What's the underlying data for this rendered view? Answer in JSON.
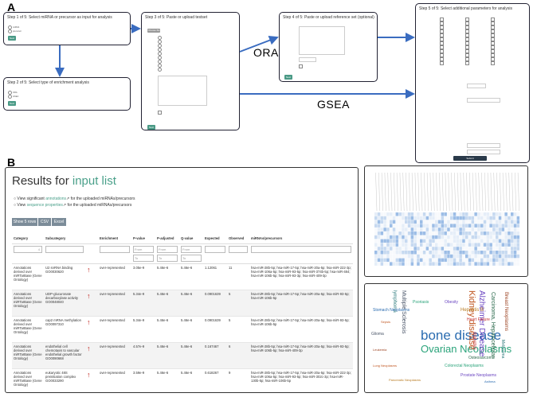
{
  "panel_labels": {
    "a": "A",
    "b": "B"
  },
  "steps": {
    "s1": {
      "title": "Step 1 of 5: Select miRNA or precursor as input for analysis",
      "opts": [
        "miRNA",
        "precursor"
      ],
      "btn": "Next"
    },
    "s2": {
      "title": "Step 2 of 5: Select type of enrichment analysis",
      "opts": [
        "ORA",
        "GSEA"
      ],
      "btn": "Next"
    },
    "s3": {
      "title": "Step 3 of 5: Paste or upload testset",
      "upload_btn": "Choose file",
      "btn": "Next"
    },
    "s4": {
      "title": "Step 4 of 5: Paste or upload reference set (optional)",
      "btn": "Next"
    },
    "s5": {
      "title": "Step 5 of 5: Select additional parameters for analysis",
      "btn": "Submit"
    }
  },
  "flow": {
    "ora": "ORA",
    "gsea": "GSEA"
  },
  "results": {
    "title_prefix": "Results for ",
    "title_link": "input list",
    "bullet1_pre": "View significant ",
    "bullet1_link": "annotations",
    "bullet1_post": " for the uploaded miRNAs/precursors",
    "bullet2_pre": "View ",
    "bullet2_link": "sequence properties",
    "bullet2_post": " for the uploaded miRNAs/precursors",
    "toolbar": {
      "show": "Show 5 rows ▾",
      "csv": "CSV",
      "excel": "Excel"
    },
    "columns": [
      "Category",
      "Subcategory",
      "",
      "Enrichment",
      "P-value",
      "P-adjusted",
      "Q-value",
      "Expected",
      "Observed",
      "miRNAs/precursors"
    ],
    "filters": {
      "category": "4",
      "from": "From",
      "to": "To"
    },
    "rows": [
      {
        "category": "Annotations derived over miRTarBase (Gene Ontology)",
        "sub": "U2 snRNA binding GO0030620",
        "enrich": "over-represented",
        "p": "3.05e-9",
        "padj": "5.46e-6",
        "q": "5.46e-6",
        "exp": "1.12061",
        "obs": "11",
        "mirnas": "hsa-miR-28b-5p; hsa-miR-17-5p; hsa-miR-20a-5p; hsa-miR-222-3p; hsa-miR-106a-5p; hsa-miR-93-5p; hsa-miR-374b-5p; hsa-miR-484; hsa-miR-106b-5p; hsa-miR-93-3p; hsa-miR-409-3p"
      },
      {
        "category": "Annotations derived over miRTarBase (Gene Ontology)",
        "sub": "UDP-glucuronate decarboxylase activity GO0048040",
        "enrich": "over-represented",
        "p": "5.34e-9",
        "padj": "5.46e-6",
        "q": "5.46e-6",
        "exp": "0.0901639",
        "obs": "5",
        "mirnas": "hsa-miR-28b-5p; hsa-miR-17-5p; hsa-miR-20a-5p; hsa-miR-93-5p; hsa-miR-106b-5p"
      },
      {
        "category": "Annotations derived over miRTarBase (Gene Ontology)",
        "sub": "cap2 mRNA methylation GO0097310",
        "enrich": "over-represented",
        "p": "5.34e-9",
        "padj": "5.46e-6",
        "q": "5.46e-6",
        "exp": "0.0901639",
        "obs": "5",
        "mirnas": "hsa-miR-28b-5p; hsa-miR-17-5p; hsa-miR-20a-5p; hsa-miR-93-5p; hsa-miR-106b-5p"
      },
      {
        "category": "Annotations derived over miRTarBase (Gene Ontology)",
        "sub": "endothelial cell chemotaxis to vascular endothelial growth factor GO0090668",
        "enrich": "over-represented",
        "p": "4.57e-9",
        "padj": "5.46e-6",
        "q": "5.46e-6",
        "exp": "0.167467",
        "obs": "6",
        "mirnas": "hsa-miR-28b-5p; hsa-miR-17-5p; hsa-miR-20a-5p; hsa-miR-93-5p; hsa-miR-106b-5p; hsa-miR-409-3p"
      },
      {
        "category": "Annotations derived over miRTarBase (Gene Ontology)",
        "sub": "eukaryotic 48S preinitiation complex GO0033290",
        "enrich": "over-represented",
        "p": "3.59e-9",
        "padj": "5.46e-6",
        "q": "5.46e-6",
        "exp": "0.618267",
        "obs": "9",
        "mirnas": "hsa-miR-28b-5p; hsa-miR-17-5p; hsa-miR-20a-5p; hsa-miR-222-3p; hsa-miR-106a-5p; hsa-miR-93-5p; hsa-miR-302c-3p; hsa-miR-130b-5p; hsa-miR-106b-5p"
      }
    ]
  },
  "wordcloud": {
    "words": [
      "bone disease",
      "Ovarian Neoplasms",
      "Kidney disease",
      "Alzheimer Disease",
      "Hepatitis B",
      "Heart Failure",
      "lymphoma",
      "Multiple Sclerosis",
      "Breast Neoplasms",
      "Carcinoma, Hepatocellular",
      "Stomach Neoplasms",
      "Colorectal Neoplasms",
      "Lung Neoplasms",
      "Prostate Neoplasms",
      "Pancreatic Neoplasms",
      "diabetes",
      "Melanoma",
      "Glioma",
      "Leukemia",
      "Osteosarcoma",
      "Asthma",
      "Psoriasis",
      "Sepsis",
      "Obesity"
    ],
    "colors": [
      "#2b6cb0",
      "#2aa37a",
      "#c05621",
      "#6b46c1",
      "#b7791f",
      "#c53030",
      "#2c7a7b",
      "#4a5568",
      "#9c4221",
      "#276749"
    ]
  }
}
